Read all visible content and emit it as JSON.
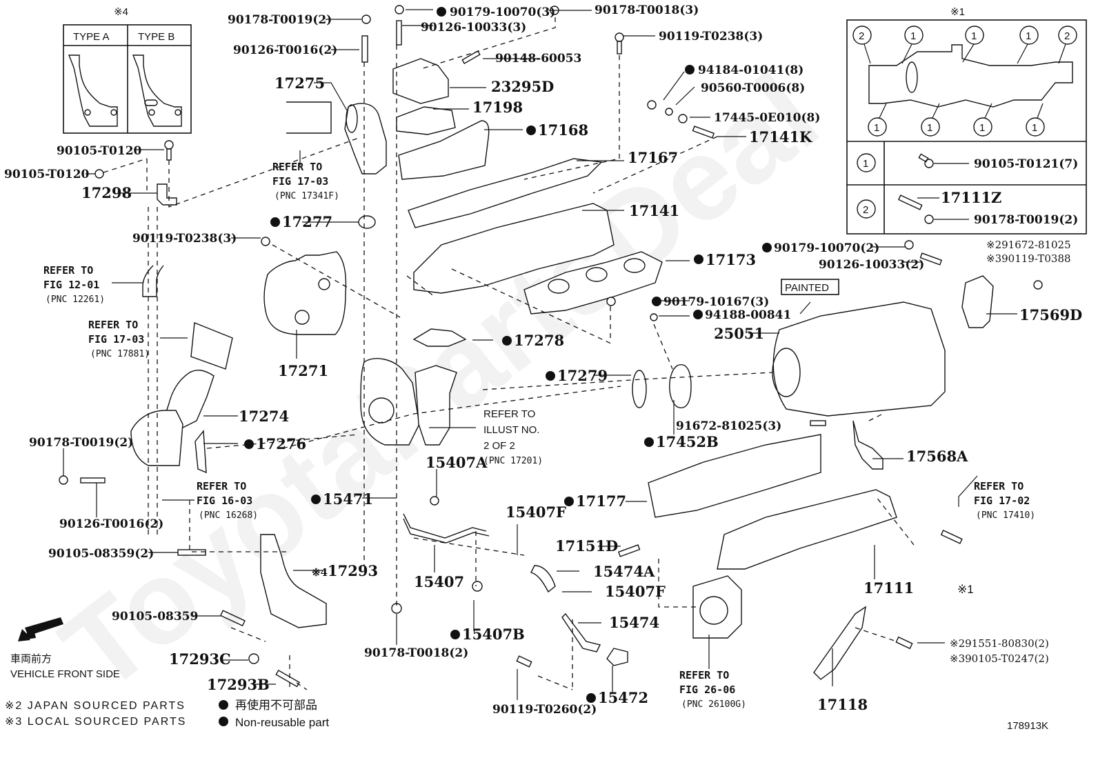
{
  "watermark": "ToyotaPartsDeal",
  "diagram_id": "178913K",
  "inset_type": {
    "mark": "※4",
    "col_a": "TYPE A",
    "col_b": "TYPE B"
  },
  "inset_bolts": {
    "mark": "※1",
    "circle_1": "1",
    "circle_2": "2",
    "row1_part": "90105-T0121(7)",
    "row2_part_a": "17111Z",
    "row2_part_b": "90178-T0019(2)"
  },
  "painted_label": "PAINTED",
  "labels": {
    "p90178_T0019_top": "90178-T0019(2)",
    "p90126_T0016_top": "90126-T0016(2)",
    "p90179_10070_3": "90179-10070(3)",
    "p90178_T0018_3": "90178-T0018(3)",
    "p90126_10033_3": "90126-10033(3)",
    "p90119_T0238_top": "90119-T0238(3)",
    "p90148_60053": "90148-60053",
    "p94184_01041": "94184-01041(8)",
    "p90560_T0006": "90560-T0006(8)",
    "p17445_0E010": "17445-0E010(8)",
    "p17141K": "17141K",
    "p17275": "17275",
    "p23295D": "23295D",
    "p17198": "17198",
    "p17168": "17168",
    "p17167": "17167",
    "p17141": "17141",
    "p90105_T0120_a": "90105-T0120",
    "p90105_T0120_b": "90105-T0120",
    "p17298": "17298",
    "p17277": "17277",
    "p90119_T0238_left": "90119-T0238(3)",
    "p17173": "17173",
    "p90179_10070_2": "90179-10070(2)",
    "p90126_10033_2": "90126-10033(2)",
    "p91672_81025_j": "91672-81025",
    "p90119_T0388": "90119-T0388",
    "p17569D": "17569D",
    "p90179_10167": "90179-10167(3)",
    "p94188_00841": "94188-00841",
    "p25051": "25051",
    "p17271": "17271",
    "p17278": "17278",
    "p17279": "17279",
    "p17274": "17274",
    "p17276": "17276",
    "p91672_81025_3": "91672-81025(3)",
    "p17452B": "17452B",
    "p17568A": "17568A",
    "p90178_T0019_left": "90178-T0019(2)",
    "p90126_T0016_left": "90126-T0016(2)",
    "p15407A": "15407A",
    "p15471": "15471",
    "p17177": "17177",
    "p15407F_a": "15407F",
    "p17151D": "17151D",
    "p15474A": "15474A",
    "p15407F_b": "15407F",
    "p15407": "15407",
    "p90105_08359_2": "90105-08359(2)",
    "p17293": "17293",
    "p17111": "17111",
    "p90105_08359": "90105-08359",
    "p15474": "15474",
    "p15407B": "15407B",
    "p90178_T0018_2": "90178-T0018(2)",
    "p17293C": "17293C",
    "p17293B": "17293B",
    "p90119_T0260": "90119-T0260(2)",
    "p15472": "15472",
    "p91551_80830": "91551-80830(2)",
    "p90105_T0247": "90105-T0247(2)",
    "p17118": "17118",
    "star1_marker": "※1"
  },
  "marks": {
    "japan": "※2",
    "local": "※3",
    "type": "※4"
  },
  "refer": {
    "r17341F": {
      "l1": "REFER TO",
      "l2": "FIG 17-03",
      "l3": "(PNC 17341F)"
    },
    "r12261": {
      "l1": "REFER TO",
      "l2": "FIG 12-01",
      "l3": "(PNC 12261)"
    },
    "r17881": {
      "l1": "REFER TO",
      "l2": "FIG 17-03",
      "l3": "(PNC 17881)"
    },
    "r16268": {
      "l1": "REFER TO",
      "l2": "FIG 16-03",
      "l3": "(PNC 16268)"
    },
    "r17201": {
      "l1": "REFER TO",
      "l2": "ILLUST NO.",
      "l3": "2 OF 2",
      "l4": "(PNC 17201)"
    },
    "r17410": {
      "l1": "REFER TO",
      "l2": "FIG 17-02",
      "l3": "(PNC 17410)"
    },
    "r26100G": {
      "l1": "REFER TO",
      "l2": "FIG 26-06",
      "l3": "(PNC 26100G)"
    }
  },
  "front": {
    "jp": "車両前方",
    "en": "VEHICLE FRONT SIDE"
  },
  "legend": {
    "japan": "JAPAN SOURCED PARTS",
    "local": "LOCAL SOURCED PARTS",
    "nonreuse_jp": "再使用不可部品",
    "nonreuse_en": "Non-reusable part"
  }
}
